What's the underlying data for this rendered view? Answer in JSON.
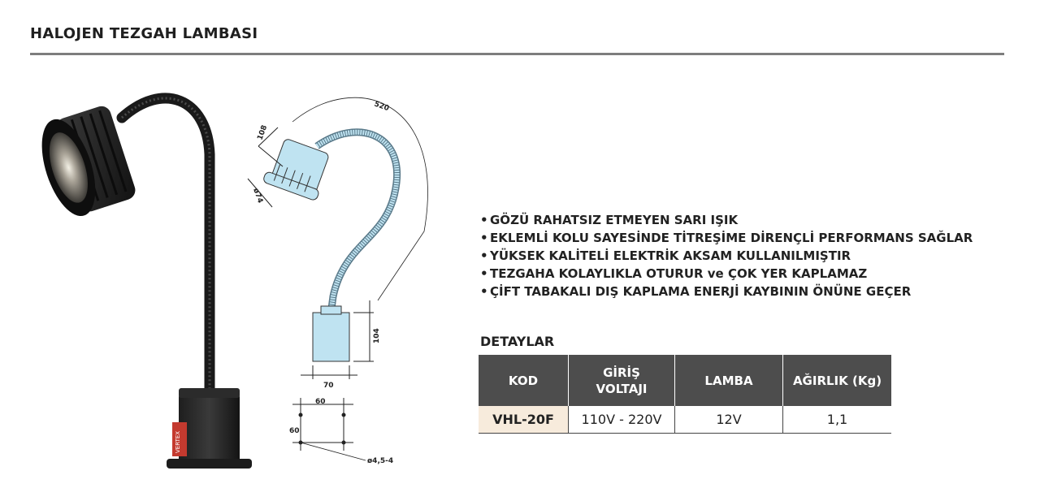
{
  "header": {
    "title": "HALOJEN TEZGAH LAMBASI"
  },
  "product_image": {
    "badge_text": "VERTEX"
  },
  "drawing": {
    "dimensions": {
      "arm_length": "520",
      "head_length": "108",
      "head_diameter": "ø74",
      "base_height": "104",
      "base_width": "70",
      "hole_spacing_x": "60",
      "hole_spacing_y": "60",
      "hole_size": "ø4,5-4"
    }
  },
  "features": {
    "bullet": "•",
    "items": [
      "GÖZÜ RAHATSIZ ETMEYEN SARI IŞIK",
      "EKLEMLİ KOLU SAYESİNDE TİTREŞİME DİRENÇLİ PERFORMANS SAĞLAR",
      "YÜKSEK KALİTELİ ELEKTRİK AKSAM KULLANILMIŞTIR",
      "TEZGAHA KOLAYLIKLA OTURUR ve ÇOK YER KAPLAMAZ",
      "ÇİFT TABAKALI DIŞ KAPLAMA ENERJİ KAYBININ ÖNÜNE GEÇER"
    ]
  },
  "details": {
    "title": "DETAYLAR",
    "headers": {
      "kod": "KOD",
      "giris_1": "GİRİŞ",
      "giris_2": "VOLTAJI",
      "lamba": "LAMBA",
      "agirlik": "AĞIRLIK (Kg)"
    },
    "row": {
      "kod": "VHL-20F",
      "voltaj": "110V - 220V",
      "lamba": "12V",
      "agirlik": "1,1"
    }
  }
}
